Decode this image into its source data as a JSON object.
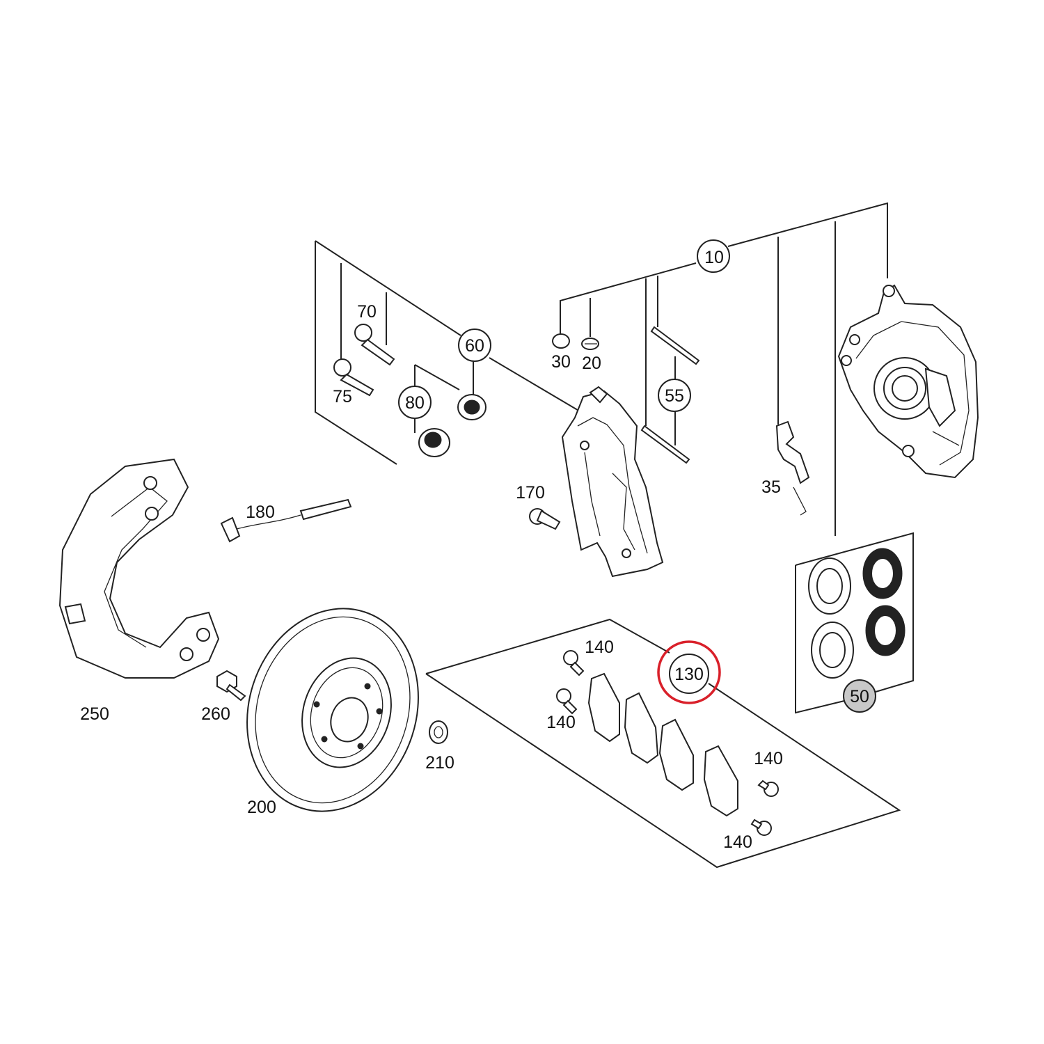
{
  "colors": {
    "line": "#222222",
    "highlight_circle": "#d9202a",
    "circle_50_fill": "#c8c8c8"
  },
  "callouts": {
    "c10": "10",
    "c20": "20",
    "c30": "30",
    "c35": "35",
    "c50": "50",
    "c55": "55",
    "c60": "60",
    "c70": "70",
    "c75": "75",
    "c80": "80",
    "c130": "130",
    "c140a": "140",
    "c140b": "140",
    "c140c": "140",
    "c140d": "140",
    "c170": "170",
    "c180": "180",
    "c200": "200",
    "c210": "210",
    "c250": "250",
    "c260": "260"
  }
}
